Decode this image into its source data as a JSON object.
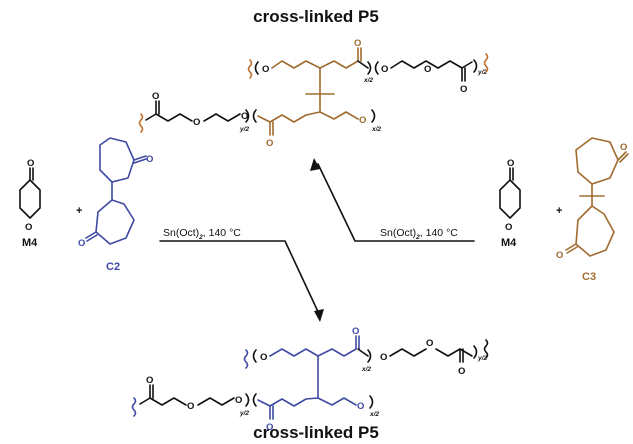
{
  "titles": {
    "top": "cross-linked P5",
    "bottom": "cross-linked P5"
  },
  "monomers": {
    "left": "M4",
    "right": "M4"
  },
  "crosslinkers": {
    "left": "C2",
    "right": "C3"
  },
  "plus": "+",
  "conditions": {
    "catalyst": "Sn(Oct)",
    "catalyst_subscript": "2",
    "temperature": ", 140 °C"
  },
  "atoms": {
    "oxygen": "O"
  },
  "repeat_labels": {
    "x": "x/2",
    "y": "y/2"
  },
  "colors": {
    "black": "#111111",
    "blue": "#3f4aa3",
    "brown": "#a06b2e",
    "wavy": "#c0702e"
  }
}
